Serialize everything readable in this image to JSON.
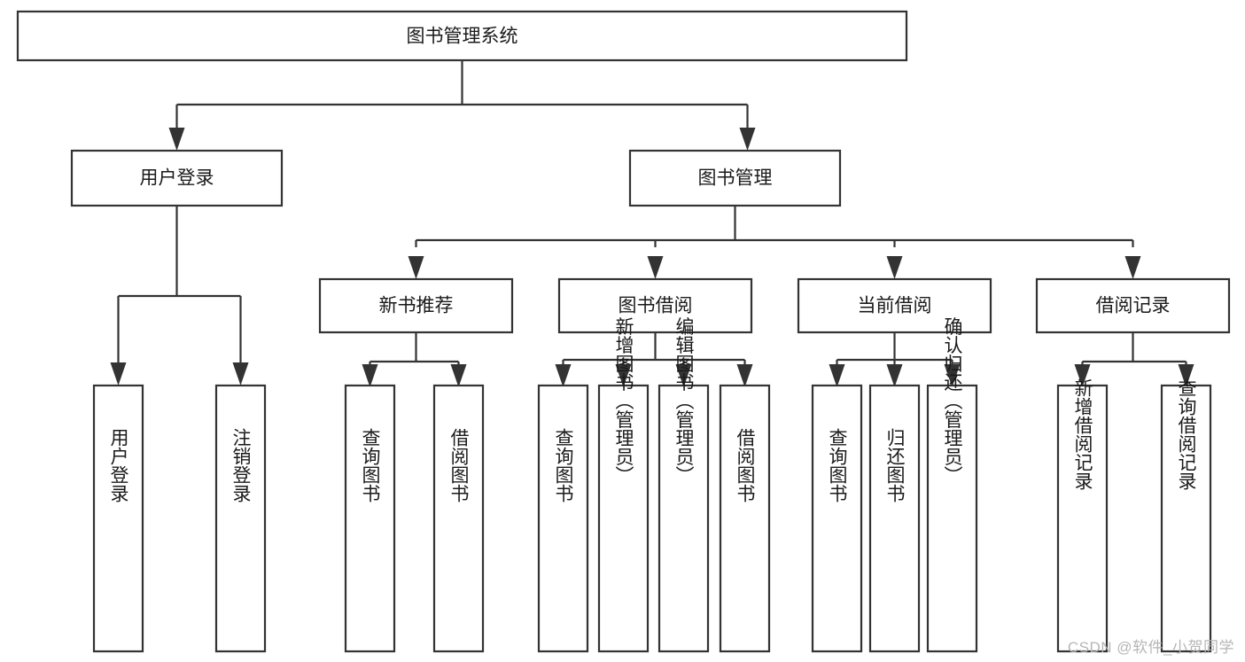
{
  "diagram": {
    "title": "图书管理系统",
    "type": "hierarchy-tree",
    "watermark": "CSDN @软件_小贺同学",
    "colors": {
      "stroke": "#333333",
      "fill": "#ffffff",
      "text": "#1a1a1a",
      "watermark": "#b6b6b6"
    },
    "root": {
      "label": "图书管理系统",
      "orientation": "horizontal"
    },
    "level2": [
      {
        "label": "用户登录",
        "orientation": "horizontal"
      },
      {
        "label": "图书管理",
        "orientation": "horizontal"
      }
    ],
    "level3": [
      {
        "label": "新书推荐",
        "orientation": "horizontal"
      },
      {
        "label": "图书借阅",
        "orientation": "horizontal"
      },
      {
        "label": "当前借阅",
        "orientation": "horizontal"
      },
      {
        "label": "借阅记录",
        "orientation": "horizontal"
      }
    ],
    "leaves": {
      "user_login": [
        {
          "label": "用户登录",
          "orientation": "vertical"
        },
        {
          "label": "注销登录",
          "orientation": "vertical"
        }
      ],
      "new_book_recommend": [
        {
          "label": "查询图书",
          "orientation": "vertical"
        },
        {
          "label": "借阅图书",
          "orientation": "vertical"
        }
      ],
      "book_borrow": [
        {
          "label": "查询图书",
          "orientation": "vertical"
        },
        {
          "label": "新增图书（管理员）",
          "orientation": "vertical"
        },
        {
          "label": "编辑图书（管理员）",
          "orientation": "vertical"
        },
        {
          "label": "借阅图书",
          "orientation": "vertical"
        }
      ],
      "current_borrow": [
        {
          "label": "查询图书",
          "orientation": "vertical"
        },
        {
          "label": "归还图书",
          "orientation": "vertical"
        },
        {
          "label": "确认归还（管理员）",
          "orientation": "vertical"
        }
      ],
      "borrow_record": [
        {
          "label": "新增借阅记录",
          "orientation": "vertical"
        },
        {
          "label": "查询借阅记录",
          "orientation": "vertical"
        }
      ]
    }
  }
}
